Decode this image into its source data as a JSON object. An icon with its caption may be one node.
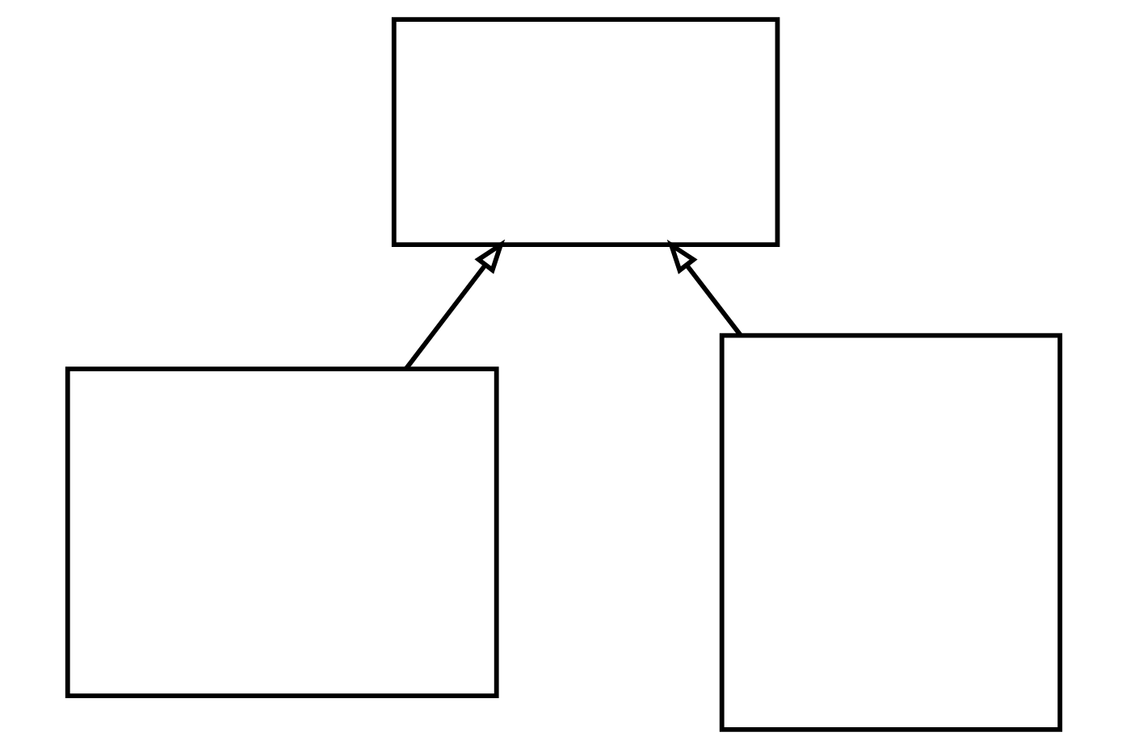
{
  "diagram": {
    "nodes": [
      {
        "text": [],
        "shape": "box"
      },
      {
        "text": [],
        "shape": "box"
      },
      {
        "text": [],
        "shape": "box"
      }
    ],
    "edges": [
      {
        "from": 1,
        "to": 0,
        "arrow": "to"
      },
      {
        "from": 2,
        "to": 0,
        "arrow": "to"
      }
    ]
  }
}
